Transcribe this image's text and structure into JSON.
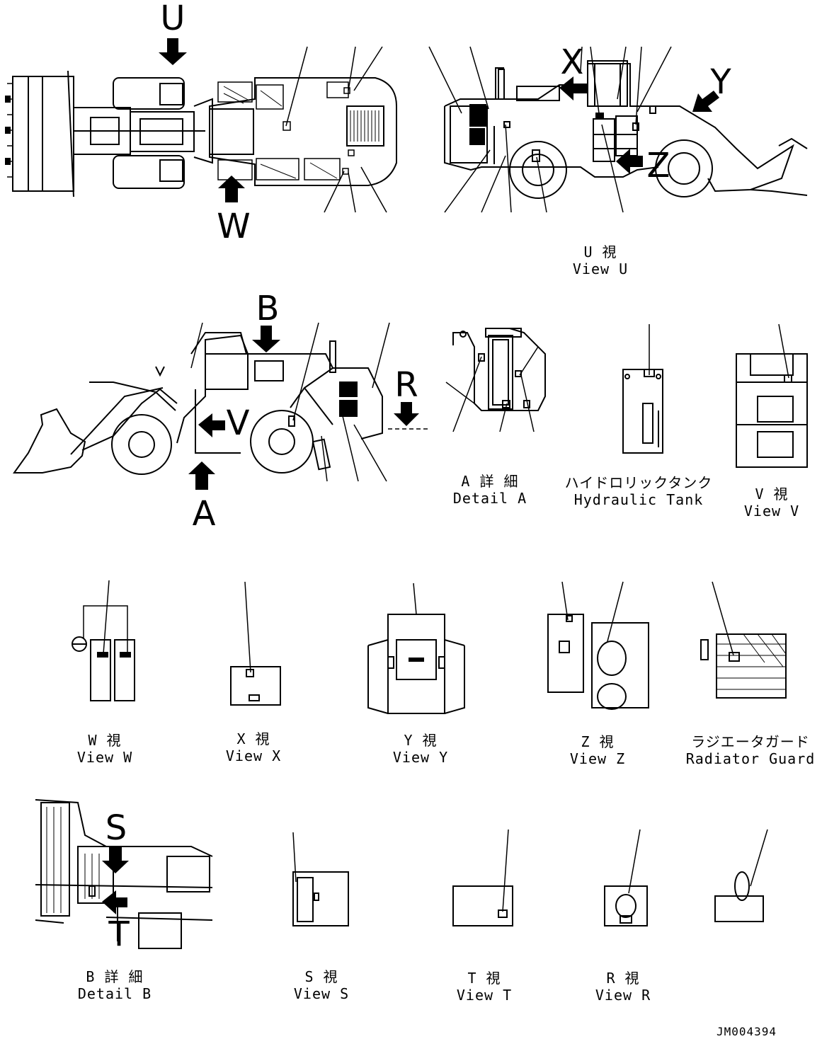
{
  "arrow_letters": {
    "u": "U",
    "w": "W",
    "x": "X",
    "y": "Y",
    "z": "Z",
    "b": "B",
    "r": "R",
    "v": "V",
    "a": "A",
    "s": "S",
    "t": "T"
  },
  "captions": {
    "view_u": {
      "jp": "U 視",
      "en": "View U"
    },
    "detail_a": {
      "jp": "A 詳 細",
      "en": "Detail A"
    },
    "hydraulic_tank": {
      "jp": "ハイドロリックタンク",
      "en": "Hydraulic Tank"
    },
    "view_v": {
      "jp": "V 視",
      "en": "View V"
    },
    "view_w": {
      "jp": "W 視",
      "en": "View W"
    },
    "view_x": {
      "jp": "X 視",
      "en": "View X"
    },
    "view_y": {
      "jp": "Y 視",
      "en": "View Y"
    },
    "view_z": {
      "jp": "Z 視",
      "en": "View Z"
    },
    "radiator_guard": {
      "jp": "ラジエータガード",
      "en": "Radiator Guard"
    },
    "detail_b": {
      "jp": "B 詳 細",
      "en": "Detail B"
    },
    "view_s": {
      "jp": "S 視",
      "en": "View S"
    },
    "view_t": {
      "jp": "T 視",
      "en": "View T"
    },
    "view_r": {
      "jp": "R 視",
      "en": "View R"
    }
  },
  "drawing_code": "JM004394"
}
